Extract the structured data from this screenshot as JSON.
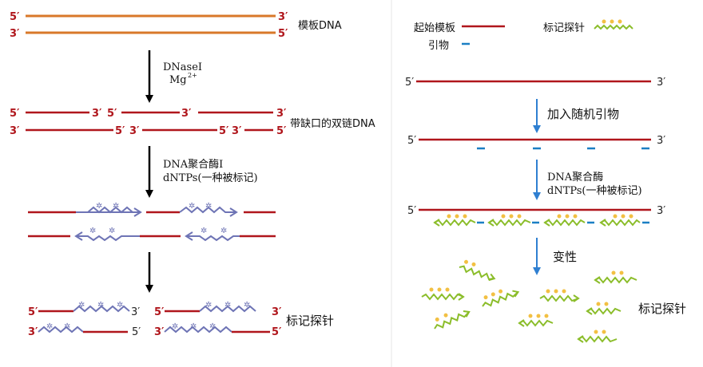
{
  "left_panel": {
    "template_label": "模板DNA",
    "enzyme_line1": "DNaseI",
    "enzyme_line2": "Mg",
    "enzyme_sup": "2+",
    "nicked_label": "带缺口的双链DNA",
    "poly_line1": "DNA聚合酶I",
    "poly_line2": "dNTPs(一种被标记)",
    "probe_label": "标记探针",
    "end_5": "5′",
    "end_3": "3′"
  },
  "right_panel": {
    "legend_template": "起始模板",
    "legend_primer": "引物",
    "legend_probe": "标记探针",
    "step1_label": "加入随机引物",
    "step2_line1": "DNA聚合酶",
    "step2_line2": "dNTPs(一种被标记)",
    "step3_label": "变性",
    "probe_label": "标记探针",
    "end_5": "5′",
    "end_3": "3′"
  },
  "colors": {
    "template_orange": "#d9782a",
    "dna_red": "#b0161c",
    "primer_blue": "#1b7fc4",
    "new_strand_purple": "#6e74b5",
    "probe_green": "#8bbd2a",
    "label_dot": "#f2c043",
    "step_arrow_blue": "#2f7fd1"
  }
}
